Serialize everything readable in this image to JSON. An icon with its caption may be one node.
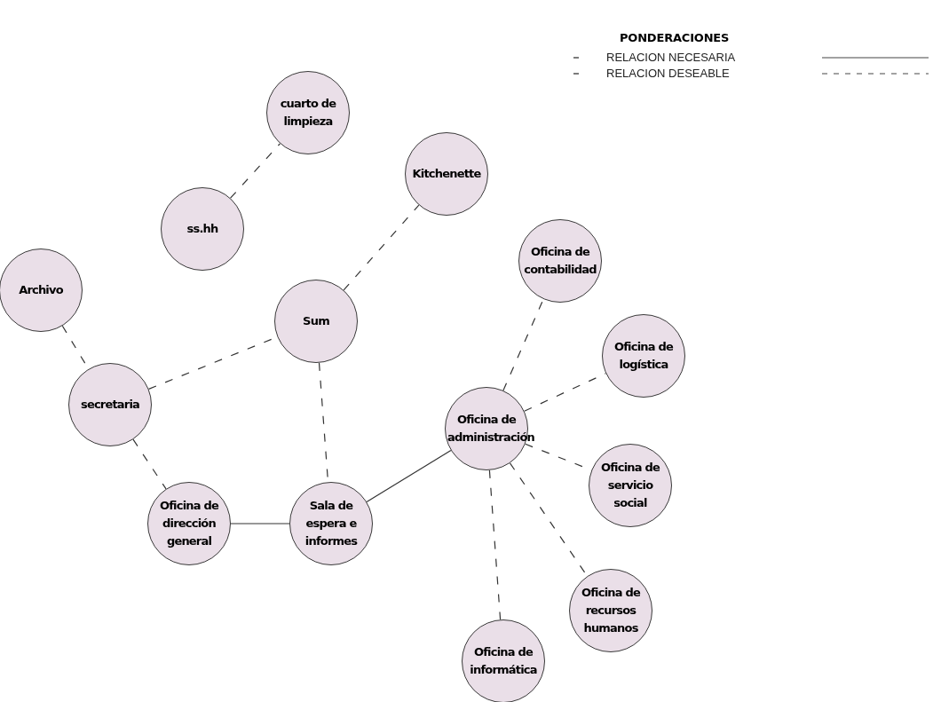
{
  "diagram": {
    "title": "PONDERACIONES",
    "nodes": [
      {
        "text": [
          "cuarto de limpieza"
        ]
      },
      {
        "text": [
          "ss.hh"
        ]
      },
      {
        "text": [
          "Kitchenette"
        ]
      },
      {
        "text": [
          "Archivo"
        ]
      },
      {
        "text": [
          "Sum"
        ]
      },
      {
        "text": [
          "Oficina de contabilidad"
        ]
      },
      {
        "text": [
          "secretaria"
        ]
      },
      {
        "text": [
          "Oficina de logística"
        ]
      },
      {
        "text": [
          "Oficina de administración"
        ]
      },
      {
        "text": [
          "Oficina de dirección general"
        ]
      },
      {
        "text": [
          "Sala de espera e informes"
        ]
      },
      {
        "text": [
          "Oficina de servicio social"
        ]
      },
      {
        "text": [
          "Oficina de recursos humanos"
        ]
      },
      {
        "text": [
          "Oficina de informática"
        ]
      }
    ],
    "edges": [
      {
        "from": 1,
        "to": 0,
        "arrow": "none",
        "style": "dashed"
      },
      {
        "from": 4,
        "to": 2,
        "arrow": "none",
        "style": "dashed"
      },
      {
        "from": 3,
        "to": 6,
        "arrow": "none",
        "style": "dashed"
      },
      {
        "from": 6,
        "to": 4,
        "arrow": "none",
        "style": "dashed"
      },
      {
        "from": 6,
        "to": 9,
        "arrow": "none",
        "style": "dashed"
      },
      {
        "from": 4,
        "to": 10,
        "arrow": "none",
        "style": "dashed"
      },
      {
        "from": 9,
        "to": 10,
        "arrow": "none"
      },
      {
        "from": 10,
        "to": 8,
        "arrow": "none"
      },
      {
        "from": 8,
        "to": 5,
        "arrow": "none",
        "style": "dashed"
      },
      {
        "from": 8,
        "to": 7,
        "arrow": "none",
        "style": "dashed"
      },
      {
        "from": 8,
        "to": 11,
        "arrow": "none",
        "style": "dashed"
      },
      {
        "from": 8,
        "to": 12,
        "arrow": "none",
        "style": "dashed"
      },
      {
        "from": 8,
        "to": 13,
        "arrow": "none",
        "style": "dashed"
      }
    ],
    "legend": [
      {
        "text": "RELACION NECESARIA"
      },
      {
        "text": "RELACION DESEABLE"
      }
    ]
  }
}
